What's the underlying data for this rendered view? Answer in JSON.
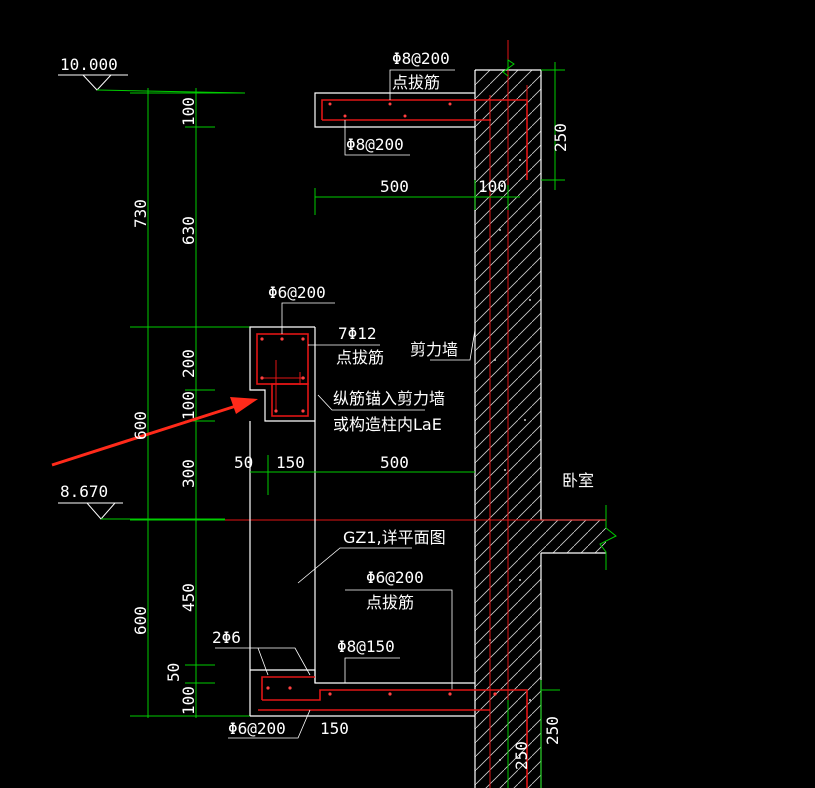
{
  "colors": {
    "background": "#000000",
    "outline": "#ffffff",
    "dimension": "#00cc00",
    "rebar": "#e01515",
    "hatch": "#cfcfcf",
    "arrow": "#ff2a1a"
  },
  "elevations": {
    "top": "10.000",
    "mid": "8.670"
  },
  "dims_left_outer": {
    "d730": "730",
    "d600a": "600",
    "d600b": "600"
  },
  "dims_left_inner": {
    "d100a": "100",
    "d630": "630",
    "d200": "200",
    "d100b": "100",
    "d300": "300",
    "d450": "450",
    "d50": "50",
    "d100c": "100"
  },
  "top_slab": {
    "rebar_top_spec": "Φ8@200",
    "rebar_top_name": "点拔筋",
    "rebar_bottom_spec": "Φ8@200",
    "width_dim": "500",
    "wall_dim": "100",
    "height_dim": "250"
  },
  "beam": {
    "stirrup": "Φ6@200",
    "main_bars": "7Φ12",
    "main_bars_name": "点拔筋",
    "note_line1": "纵筋锚入剪力墙",
    "note_line2": "或构造柱内LaE",
    "dim_50": "50",
    "dim_150": "150",
    "dim_500": "500"
  },
  "wall": {
    "label": "剪力墙"
  },
  "room": {
    "label": "卧室"
  },
  "column": {
    "label": "GZ1,详平面图",
    "rebar_spec": "Φ6@200",
    "rebar_name": "点拔筋"
  },
  "bottom_slab": {
    "bars": "2Φ6",
    "rebar_spec": "Φ8@150",
    "stirrup": "Φ6@200",
    "dim_150": "150",
    "dim_250a": "250",
    "dim_250b": "250"
  }
}
